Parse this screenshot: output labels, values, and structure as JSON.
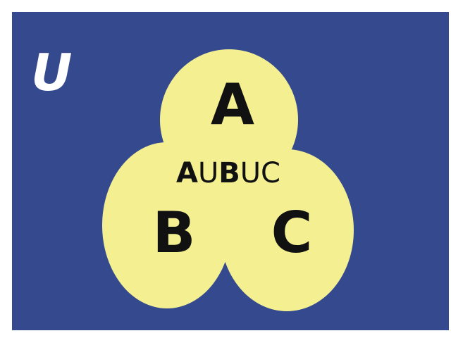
{
  "universe": {
    "label": "U",
    "fill": "#354A8E",
    "label_color": "#FFFFFF"
  },
  "sets": {
    "fill": "#F4F092",
    "label_color": "#111111",
    "a": {
      "label": "A"
    },
    "b": {
      "label": "B"
    },
    "c": {
      "label": "C"
    }
  },
  "union": {
    "set_a": "A",
    "op1": "U",
    "set_b": "B",
    "op2": "U",
    "set_c": "C"
  }
}
